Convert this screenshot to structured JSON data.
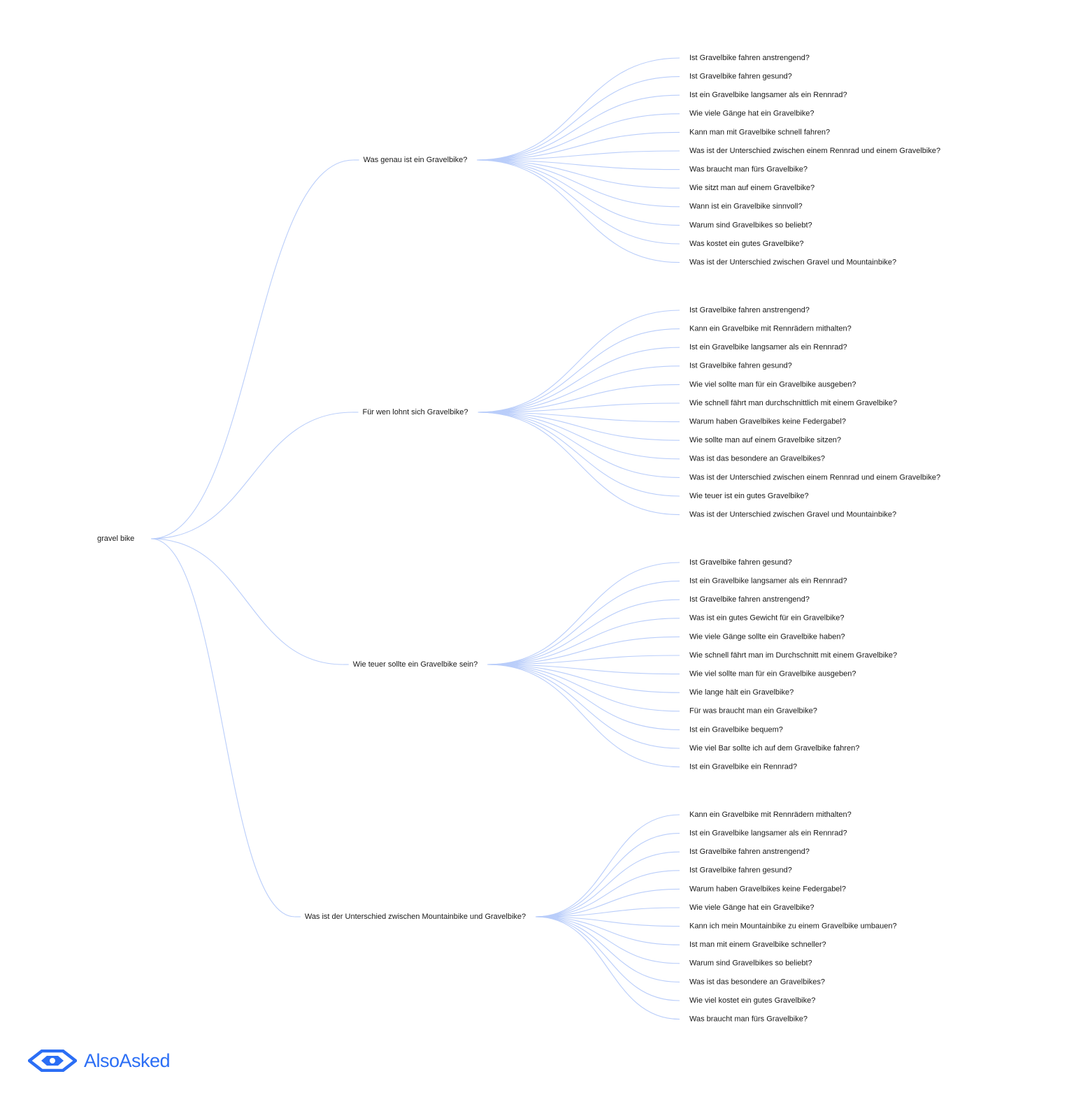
{
  "root": {
    "label": "gravel bike"
  },
  "branches": [
    {
      "label": "Was genau ist ein Gravelbike?",
      "children": [
        "Ist Gravelbike fahren anstrengend?",
        "Ist Gravelbike fahren gesund?",
        "Ist ein Gravelbike langsamer als ein Rennrad?",
        "Wie viele Gänge hat ein Gravelbike?",
        "Kann man mit Gravelbike schnell fahren?",
        "Was ist der Unterschied zwischen einem Rennrad und einem Gravelbike?",
        "Was braucht man fürs Gravelbike?",
        "Wie sitzt man auf einem Gravelbike?",
        "Wann ist ein Gravelbike sinnvoll?",
        "Warum sind Gravelbikes so beliebt?",
        "Was kostet ein gutes Gravelbike?",
        "Was ist der Unterschied zwischen Gravel und Mountainbike?"
      ]
    },
    {
      "label": "Für wen lohnt sich Gravelbike?",
      "children": [
        "Ist Gravelbike fahren anstrengend?",
        "Kann ein Gravelbike mit Rennrädern mithalten?",
        "Ist ein Gravelbike langsamer als ein Rennrad?",
        "Ist Gravelbike fahren gesund?",
        "Wie viel sollte man für ein Gravelbike ausgeben?",
        "Wie schnell fährt man durchschnittlich mit einem Gravelbike?",
        "Warum haben Gravelbikes keine Federgabel?",
        "Wie sollte man auf einem Gravelbike sitzen?",
        "Was ist das besondere an Gravelbikes?",
        "Was ist der Unterschied zwischen einem Rennrad und einem Gravelbike?",
        "Wie teuer ist ein gutes Gravelbike?",
        "Was ist der Unterschied zwischen Gravel und Mountainbike?"
      ]
    },
    {
      "label": "Wie teuer sollte ein Gravelbike sein?",
      "children": [
        "Ist Gravelbike fahren gesund?",
        "Ist ein Gravelbike langsamer als ein Rennrad?",
        "Ist Gravelbike fahren anstrengend?",
        "Was ist ein gutes Gewicht für ein Gravelbike?",
        "Wie viele Gänge sollte ein Gravelbike haben?",
        "Wie schnell fährt man im Durchschnitt mit einem Gravelbike?",
        "Wie viel sollte man für ein Gravelbike ausgeben?",
        "Wie lange hält ein Gravelbike?",
        "Für was braucht man ein Gravelbike?",
        "Ist ein Gravelbike bequem?",
        "Wie viel Bar sollte ich auf dem Gravelbike fahren?",
        "Ist ein Gravelbike ein Rennrad?"
      ]
    },
    {
      "label": "Was ist der Unterschied zwischen Mountainbike und Gravelbike?",
      "children": [
        "Kann ein Gravelbike mit Rennrädern mithalten?",
        "Ist ein Gravelbike langsamer als ein Rennrad?",
        "Ist Gravelbike fahren anstrengend?",
        "Ist Gravelbike fahren gesund?",
        "Warum haben Gravelbikes keine Federgabel?",
        "Wie viele Gänge hat ein Gravelbike?",
        "Kann ich mein Mountainbike zu einem Gravelbike umbauen?",
        "Ist man mit einem Gravelbike schneller?",
        "Warum sind Gravelbikes so beliebt?",
        "Was ist das besondere an Gravelbikes?",
        "Wie viel kostet ein gutes Gravelbike?",
        "Was braucht man fürs Gravelbike?"
      ]
    }
  ],
  "brand": {
    "name": "AlsoAsked",
    "logo_icon": "alsoasked-logo-icon",
    "color": "#2b6ef5"
  },
  "colors": {
    "link": "#b9cdfa",
    "text": "#1a1a1a"
  }
}
